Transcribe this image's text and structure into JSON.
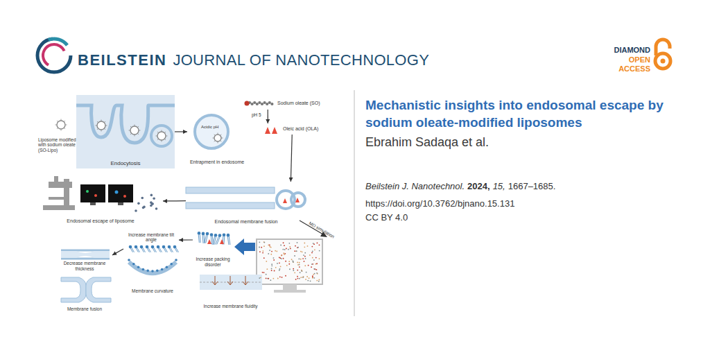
{
  "diagram": {
    "title": "Mechanistic insights into endosomal escape by sodium oleate-modified liposomes",
    "nodes": [
      {
        "text": [
          "Endocytosis"
        ]
      },
      {
        "text": [
          "Entrapment in endosome"
        ]
      },
      {
        "text": [
          "Sodium oleate (SO)"
        ]
      },
      {
        "text": [
          "Oleic acid (OLA)"
        ]
      },
      {
        "text": [
          "Endosomal membrane fusion"
        ]
      },
      {
        "text": [
          "Endosomal escape of liposome"
        ]
      },
      {
        "text": [
          "Increase packing disorder"
        ]
      },
      {
        "text": [
          "Increase membrane fluidity"
        ]
      },
      {
        "text": [
          "Increase membrane tilt angle"
        ]
      },
      {
        "text": [
          "Membrane curvature"
        ]
      },
      {
        "text": [
          "Decrease membrane thickness"
        ]
      },
      {
        "text": [
          "Membrane fusion"
        ]
      }
    ],
    "edges": [
      {
        "from": 0,
        "to": 1,
        "arrow": "to"
      },
      {
        "from": 2,
        "to": 3,
        "label": "pH 5",
        "arrow": "to"
      },
      {
        "from": 3,
        "to": 4,
        "arrow": "to"
      },
      {
        "from": 4,
        "to": 5,
        "arrow": "to"
      },
      {
        "from": 6,
        "to": 8,
        "arrow": "to"
      },
      {
        "from": 8,
        "to": 10,
        "arrow": "to"
      }
    ],
    "labels": [
      "BEILSTEIN",
      "JOURNAL OF NANOTECHNOLOGY",
      "DIAMOND",
      "OPEN",
      "ACCESS",
      "Liposome modified with sodium oleate (SO-Lipo)",
      "Acidic pH",
      "MD simulation",
      "Ebrahim Sadaqa et al.",
      "Beilstein J. Nanotechnol.",
      "2024,",
      "15,",
      "1667–1685.",
      "https://doi.org/10.3762/bjnano.15.131",
      "CC BY 4.0"
    ]
  }
}
